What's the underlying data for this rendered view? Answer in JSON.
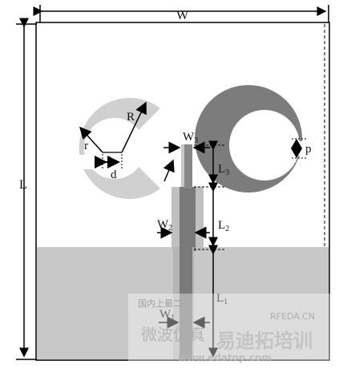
{
  "dimension_labels": {
    "width": "W",
    "length": "L",
    "outer_radius": "R",
    "inner_radius": "r",
    "offset": "d",
    "feed_width_3": "W",
    "feed_width_3_sub": "3",
    "feed_length_3": "L",
    "feed_length_3_sub": "3",
    "feed_width_2": "W",
    "feed_width_2_sub": "2",
    "feed_length_2": "L",
    "feed_length_2_sub": "2",
    "feed_length_1": "L",
    "feed_length_1_sub": "1",
    "feed_width_1": "W",
    "feed_width_1_sub": "1",
    "gap": "p"
  },
  "watermark": {
    "line1": "国内上最二",
    "line2": "微波仿真",
    "site": "RFEDA.CN",
    "brand": "易迪拓培训",
    "url": "www.edatop.com"
  },
  "colors": {
    "left_ring": "#d0d0d0",
    "right_ring": "#7c7c7c",
    "ground": "#c8c8c8",
    "feed_dark": "#7a7a7a",
    "feed_light": "#c0c0c0",
    "substrate_outline": "#000000"
  }
}
